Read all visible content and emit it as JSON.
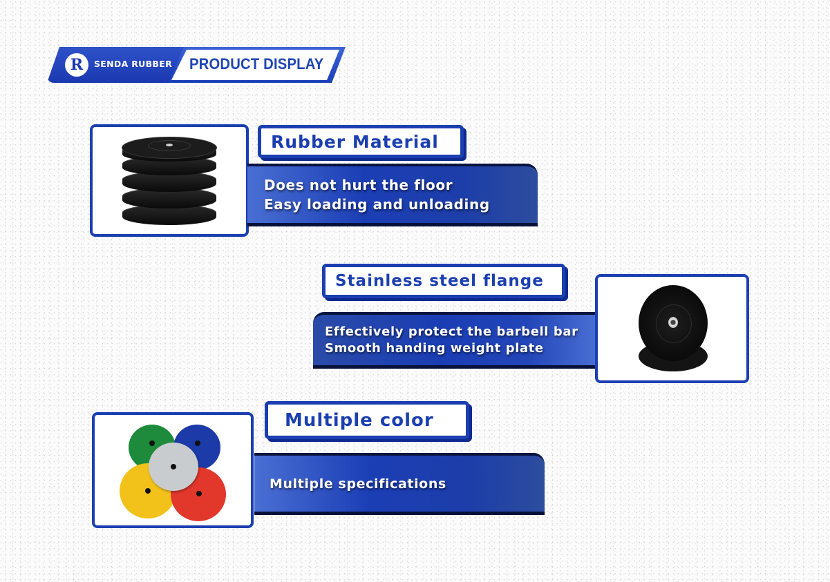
{
  "header": {
    "brand_name": "SENDA RUBBER",
    "logo_glyph": "R",
    "title": "PRODUCT DISPLAY"
  },
  "features": [
    {
      "title": "Rubber Material",
      "image": "black-bumper-plate-stack",
      "lines": [
        "Does not hurt the floor",
        "Easy loading and unloading"
      ]
    },
    {
      "title": "Stainless steel flange",
      "image": "black-bumper-plate-with-steel-insert",
      "lines": [
        "Effectively protect the barbell bar",
        "Smooth handing weight plate"
      ]
    },
    {
      "title": "Multiple color",
      "image": "colored-bumper-plates",
      "lines": [
        "Multiple specifications"
      ]
    }
  ],
  "colors": {
    "brand_blue": "#1b3fb0",
    "plate_green": "#1e8a3c",
    "plate_blue": "#1c3aa8",
    "plate_gray": "#c9cccf",
    "plate_yellow": "#f2c21a",
    "plate_red": "#e2372b"
  }
}
